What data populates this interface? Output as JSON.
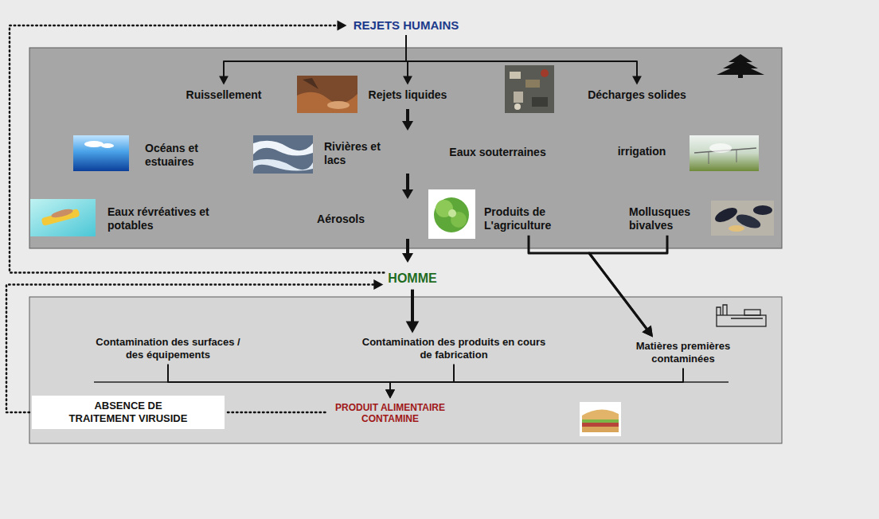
{
  "diagram": {
    "nodes": [
      {
        "text": [
          "REJETS HUMAINS"
        ]
      },
      {
        "text": [
          "Ruissellement"
        ]
      },
      {
        "text": [
          "Rejets liquides"
        ]
      },
      {
        "text": [
          "Décharges solides"
        ]
      },
      {
        "text": [
          "Océans et estuaires"
        ]
      },
      {
        "text": [
          "Rivières et lacs"
        ]
      },
      {
        "text": [
          "Eaux souterraines"
        ]
      },
      {
        "text": [
          "irrigation"
        ]
      },
      {
        "text": [
          "Eaux révréatives et potables"
        ]
      },
      {
        "text": [
          "Aérosols"
        ]
      },
      {
        "text": [
          "Produits de L'agriculture"
        ]
      },
      {
        "text": [
          "Mollusques bivalves"
        ]
      },
      {
        "text": [
          "HOMME"
        ]
      },
      {
        "text": [
          "Contamination des surfaces / des équipements"
        ]
      },
      {
        "text": [
          "Contamination des produits en cours de fabrication"
        ]
      },
      {
        "text": [
          "Matières premières contaminées"
        ]
      },
      {
        "text": [
          "ABSENCE DE TRAITEMENT VIRUSIDE"
        ]
      },
      {
        "text": [
          "PRODUIT ALIMENTAIRE CONTAMINE"
        ]
      }
    ],
    "edges": [
      {
        "from": 0,
        "to": 1,
        "arrow": "to"
      },
      {
        "from": 0,
        "to": 2,
        "arrow": "to"
      },
      {
        "from": 0,
        "to": 3,
        "arrow": "to"
      },
      {
        "from": 12,
        "to": 14,
        "arrow": "to"
      },
      {
        "from": 10,
        "to": 15,
        "arrow": "to"
      },
      {
        "from": 11,
        "to": 15,
        "arrow": "to"
      },
      {
        "from": 13,
        "to": 17,
        "arrow": "to"
      },
      {
        "from": 14,
        "to": 17,
        "arrow": "to"
      },
      {
        "from": 15,
        "to": 17,
        "arrow": "to"
      },
      {
        "from": 12,
        "to": 0,
        "arrow": "to"
      },
      {
        "from": 16,
        "to": 12,
        "arrow": "to"
      },
      {
        "from": 16,
        "to": 17,
        "arrow": "none"
      }
    ]
  }
}
